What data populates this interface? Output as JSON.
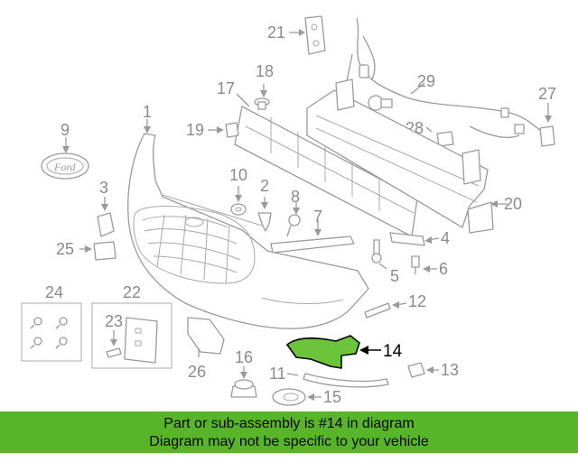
{
  "diagram": {
    "callouts": [
      "21",
      "18",
      "29",
      "27",
      "17",
      "28",
      "19",
      "1",
      "9",
      "10",
      "2",
      "8",
      "20",
      "3",
      "7",
      "4",
      "25",
      "5",
      "6",
      "24",
      "22",
      "12",
      "23",
      "14",
      "26",
      "16",
      "11",
      "13",
      "15"
    ],
    "highlighted_part": "14",
    "highlight_color": "#6cc43a"
  },
  "banner": {
    "line1": "Part or sub-assembly is #14 in diagram",
    "line2": "Diagram may not be specific to your vehicle",
    "color": "#58b52a"
  }
}
